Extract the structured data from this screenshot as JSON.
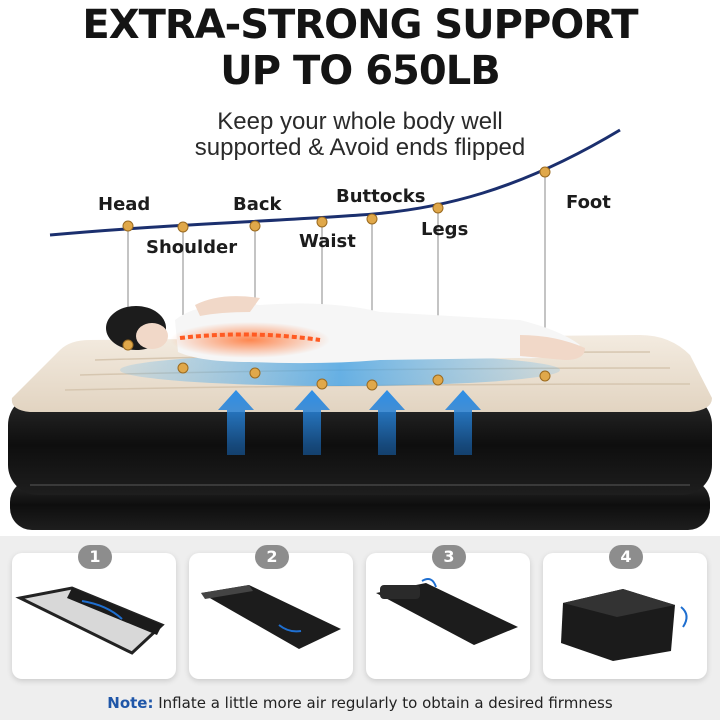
{
  "headline": {
    "line1": "EXTRA-STRONG SUPPORT",
    "line2": "UP TO 650LB"
  },
  "subheadline": {
    "line1": "Keep your whole body well",
    "line2": "supported & Avoid ends flipped"
  },
  "body_zones": [
    {
      "label": "Head"
    },
    {
      "label": "Shoulder"
    },
    {
      "label": "Back"
    },
    {
      "label": "Waist"
    },
    {
      "label": "Buttocks"
    },
    {
      "label": "Legs"
    },
    {
      "label": "Foot"
    }
  ],
  "steps": [
    {
      "number": "1"
    },
    {
      "number": "2"
    },
    {
      "number": "3"
    },
    {
      "number": "4"
    }
  ],
  "note": {
    "prefix": "Note:",
    "text": " Inflate a little more air regularly to obtain a desired firmness"
  },
  "colors": {
    "curve": "#1b2f6e",
    "marker": "#e0a84a",
    "arrow": "#1e7fd6",
    "mattress_top": "#ede2d3",
    "mattress_side": "#141414",
    "note_accent": "#1f56a8",
    "badge": "#8d8d8d"
  },
  "icons": [
    "up-arrow-icon",
    "fold-arrow-icon"
  ]
}
